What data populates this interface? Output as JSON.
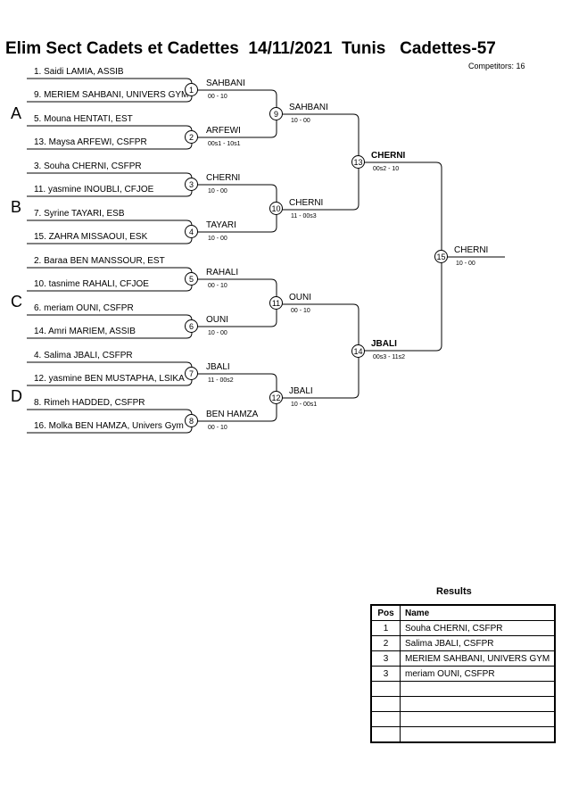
{
  "header": {
    "title": "Elim Sect Cadets et Cadettes  14/11/2021  Tunis   Cadettes-57",
    "competitors": "Competitors: 16"
  },
  "pools": [
    "A",
    "B",
    "C",
    "D"
  ],
  "entries": [
    "1. Saidi LAMIA, ASSIB",
    "9. MERIEM SAHBANI, UNIVERS GYM",
    "5. Mouna HENTATI, EST",
    "13. Maysa ARFEWI, CSFPR",
    "3. Souha CHERNI, CSFPR",
    "11. yasmine INOUBLI, CFJOE",
    "7. Syrine TAYARI, ESB",
    "15. ZAHRA MISSAOUI, ESK",
    "2. Baraa BEN MANSSOUR, EST",
    "10. tasnime RAHALI, CFJOE",
    "6. meriam OUNI, CSFPR",
    "14. Amri MARIEM, ASSIB",
    "4. Salima JBALI, CSFPR",
    "12. yasmine BEN MUSTAPHA, LSIKA",
    "8. Rimeh HADDED, CSFPR",
    "16. Molka BEN HAMZA, Univers Gym"
  ],
  "round1": [
    {
      "match": "1",
      "winner": "SAHBANI",
      "score": "00 - 10"
    },
    {
      "match": "2",
      "winner": "ARFEWI",
      "score": "00s1 - 10s1"
    },
    {
      "match": "3",
      "winner": "CHERNI",
      "score": "10 - 00"
    },
    {
      "match": "4",
      "winner": "TAYARI",
      "score": "10 - 00"
    },
    {
      "match": "5",
      "winner": "RAHALI",
      "score": "00 - 10"
    },
    {
      "match": "6",
      "winner": "OUNI",
      "score": "10 - 00"
    },
    {
      "match": "7",
      "winner": "JBALI",
      "score": "11 - 00s2"
    },
    {
      "match": "8",
      "winner": "BEN HAMZA",
      "score": "00 - 10"
    }
  ],
  "round2": [
    {
      "match": "9",
      "winner": "SAHBANI",
      "score": "10 - 00"
    },
    {
      "match": "10",
      "winner": "CHERNI",
      "score": "11 - 00s3"
    },
    {
      "match": "11",
      "winner": "OUNI",
      "score": "00 - 10"
    },
    {
      "match": "12",
      "winner": "JBALI",
      "score": "10 - 00s1"
    }
  ],
  "round3": [
    {
      "match": "13",
      "winner": "CHERNI",
      "score": "00s2 - 10"
    },
    {
      "match": "14",
      "winner": "JBALI",
      "score": "00s3 - 11s2"
    }
  ],
  "final": {
    "match": "15",
    "winner": "CHERNI",
    "score": "10 - 00"
  },
  "results": {
    "title": "Results",
    "header_pos": "Pos",
    "header_name": "Name",
    "rows": [
      {
        "pos": "1",
        "name": "Souha CHERNI, CSFPR"
      },
      {
        "pos": "2",
        "name": "Salima JBALI, CSFPR"
      },
      {
        "pos": "3",
        "name": "MERIEM SAHBANI, UNIVERS GYM"
      },
      {
        "pos": "3",
        "name": "meriam OUNI, CSFPR"
      },
      {
        "pos": "",
        "name": ""
      },
      {
        "pos": "",
        "name": ""
      },
      {
        "pos": "",
        "name": ""
      },
      {
        "pos": "",
        "name": ""
      }
    ]
  }
}
